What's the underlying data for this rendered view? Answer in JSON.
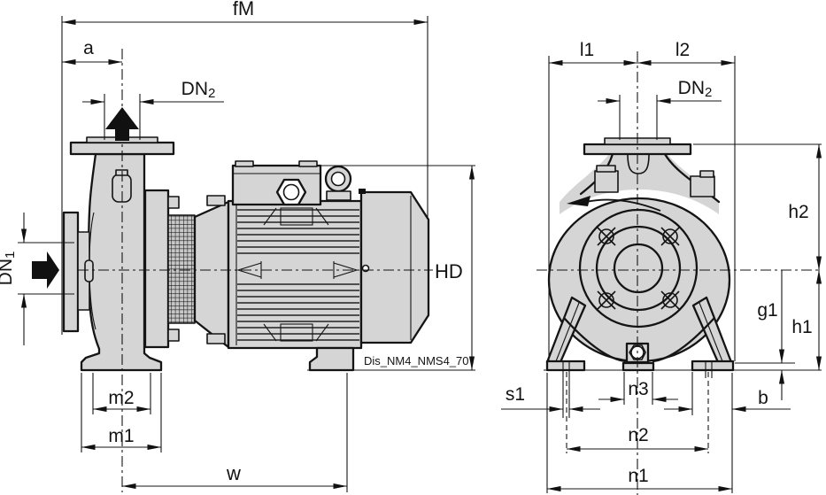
{
  "colors": {
    "background": "#ffffff",
    "pump_body_fill": "#d5d5d5",
    "line_color": "#141414"
  },
  "side_view": {
    "drawing_code": "Dis_NM4_NMS4_70",
    "dim_labels": {
      "fM": "fM",
      "a": "a",
      "DN2_base": "DN",
      "DN2_sub": "2",
      "DN1_base": "DN",
      "DN1_sub": "1",
      "HD": "HD",
      "m2": "m2",
      "m1": "m1",
      "w": "w"
    }
  },
  "front_view": {
    "dim_labels": {
      "l1": "l1",
      "l2": "l2",
      "DN2_base": "DN",
      "DN2_sub": "2",
      "h2": "h2",
      "g1": "g1",
      "h1": "h1",
      "s1": "s1",
      "n3": "n3",
      "b": "b",
      "n2": "n2",
      "n1": "n1"
    }
  }
}
